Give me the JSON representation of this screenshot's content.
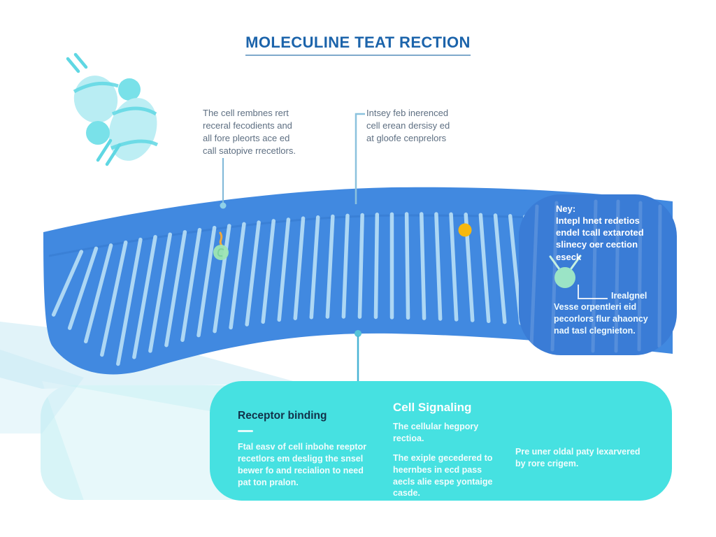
{
  "title": "MOLECULINE TEAT RECTION",
  "notes": {
    "membrane_note": "The cell rembnes rert\nreceral fecodients and\nall fore pleorts ace ed\ncall satopive rrecetlors.",
    "density_note": "Intsey feb inerenced\ncell erean dersisy ed\nat gloofe cenprelors"
  },
  "right_panel": {
    "key_note": "Ney:\nIntepl hnet redetios\nendel tcall extaroted\nslinecy oer cection\neseck",
    "receptor_label": "Irealgnel",
    "receptor_note": "Vesse orpentleri eid\npecorlors flur ahaoncy\nnad tasl clegnieton."
  },
  "bottom_panel": {
    "columns": [
      {
        "heading": "Receptor binding",
        "body": "Ftal easv of cell inbohe reeptor\nrecetlors em desligg the snsel\nbewer fo and recialion to need\npat ton pralon."
      },
      {
        "heading": "Cell Signaling",
        "body": "The cellular hegpory\nrectioa.",
        "body2": "The exiple gecedered to\nheernbes in ecd pass\naecls alie espe yontaige\ncasde."
      },
      {
        "heading": "",
        "body": "Pre uner oldal paty lexarvered\nby rore crigem."
      }
    ]
  },
  "icons": {
    "molecule": "molecule-illustration",
    "receptor": "receptor-icon",
    "membrane_marker": "membrane-marker-icon",
    "yellow_dot": "yellow-dot-marker"
  },
  "colors": {
    "membrane": "#4189e0",
    "membrane_stripe": "#b7def6",
    "right_panel": "#3a7cd6",
    "teal_panel": "#46e1e1",
    "pale_shape": "#d7f4f7",
    "title_text": "#1c64ab",
    "note_text": "#5e6f82",
    "heading_dark": "#123149",
    "yellow_marker": "#f6b80f",
    "green_marker": "#9fe6b2",
    "molecule_fill": "#b9edf3",
    "molecule_accent": "#5fd7e3"
  }
}
